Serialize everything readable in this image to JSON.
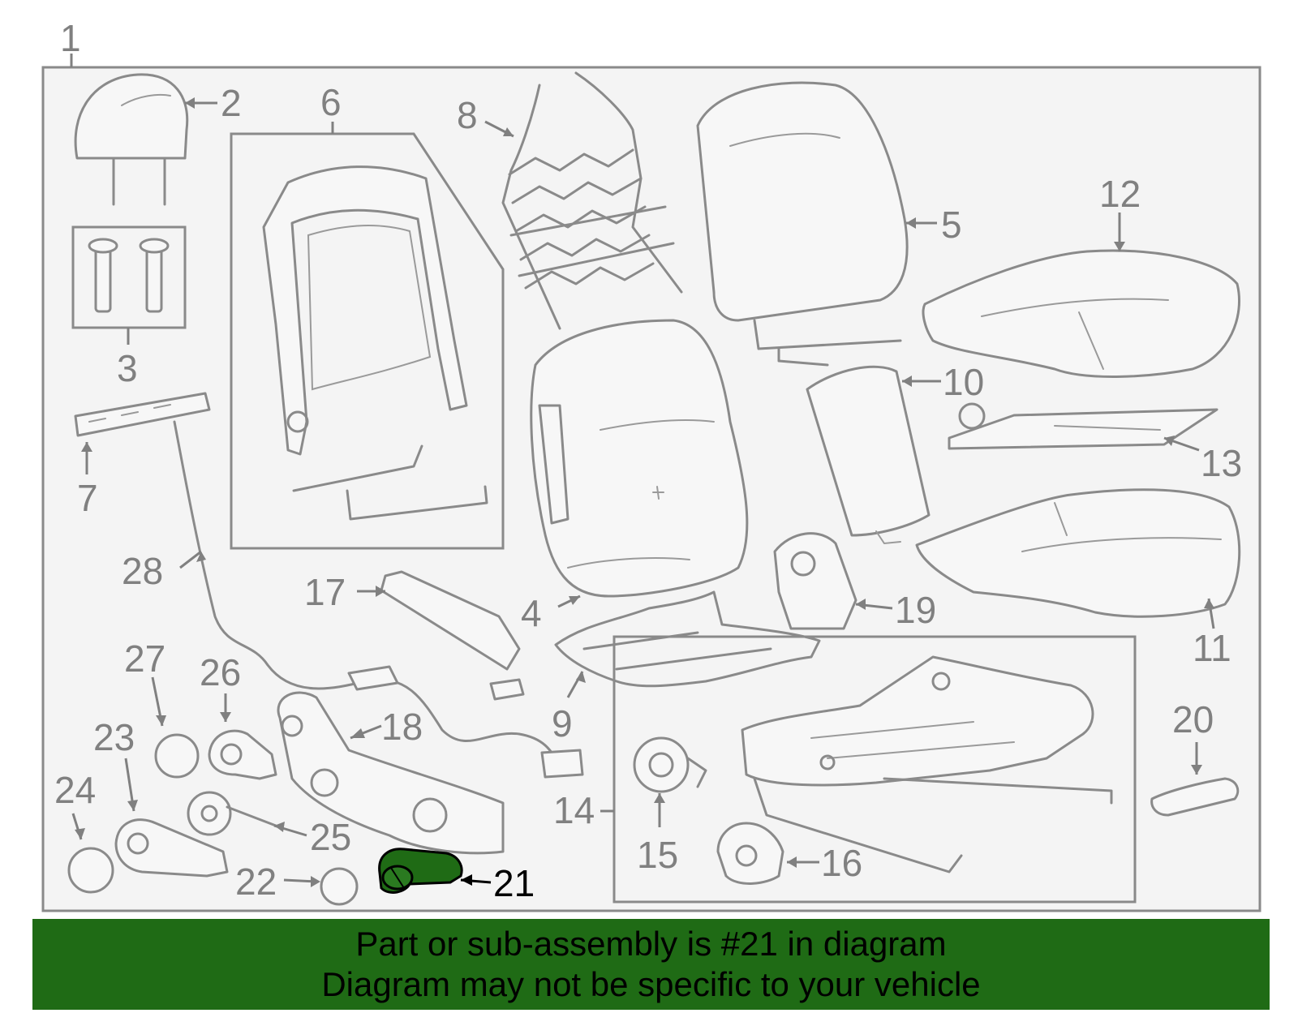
{
  "callouts": {
    "c1": "1",
    "c2": "2",
    "c3": "3",
    "c4": "4",
    "c5": "5",
    "c6": "6",
    "c7": "7",
    "c8": "8",
    "c9": "9",
    "c10": "10",
    "c11": "11",
    "c12": "12",
    "c13": "13",
    "c14": "14",
    "c15": "15",
    "c16": "16",
    "c17": "17",
    "c18": "18",
    "c19": "19",
    "c20": "20",
    "c21": "21",
    "c22": "22",
    "c23": "23",
    "c24": "24",
    "c25": "25",
    "c26": "26",
    "c27": "27",
    "c28": "28"
  },
  "highlight": {
    "part": "21",
    "color": "#1f6b15"
  },
  "banner": {
    "line1": "Part or sub-assembly is #21 in diagram",
    "line2": "Diagram may not be specific to your vehicle",
    "background": "#1f6b15"
  }
}
